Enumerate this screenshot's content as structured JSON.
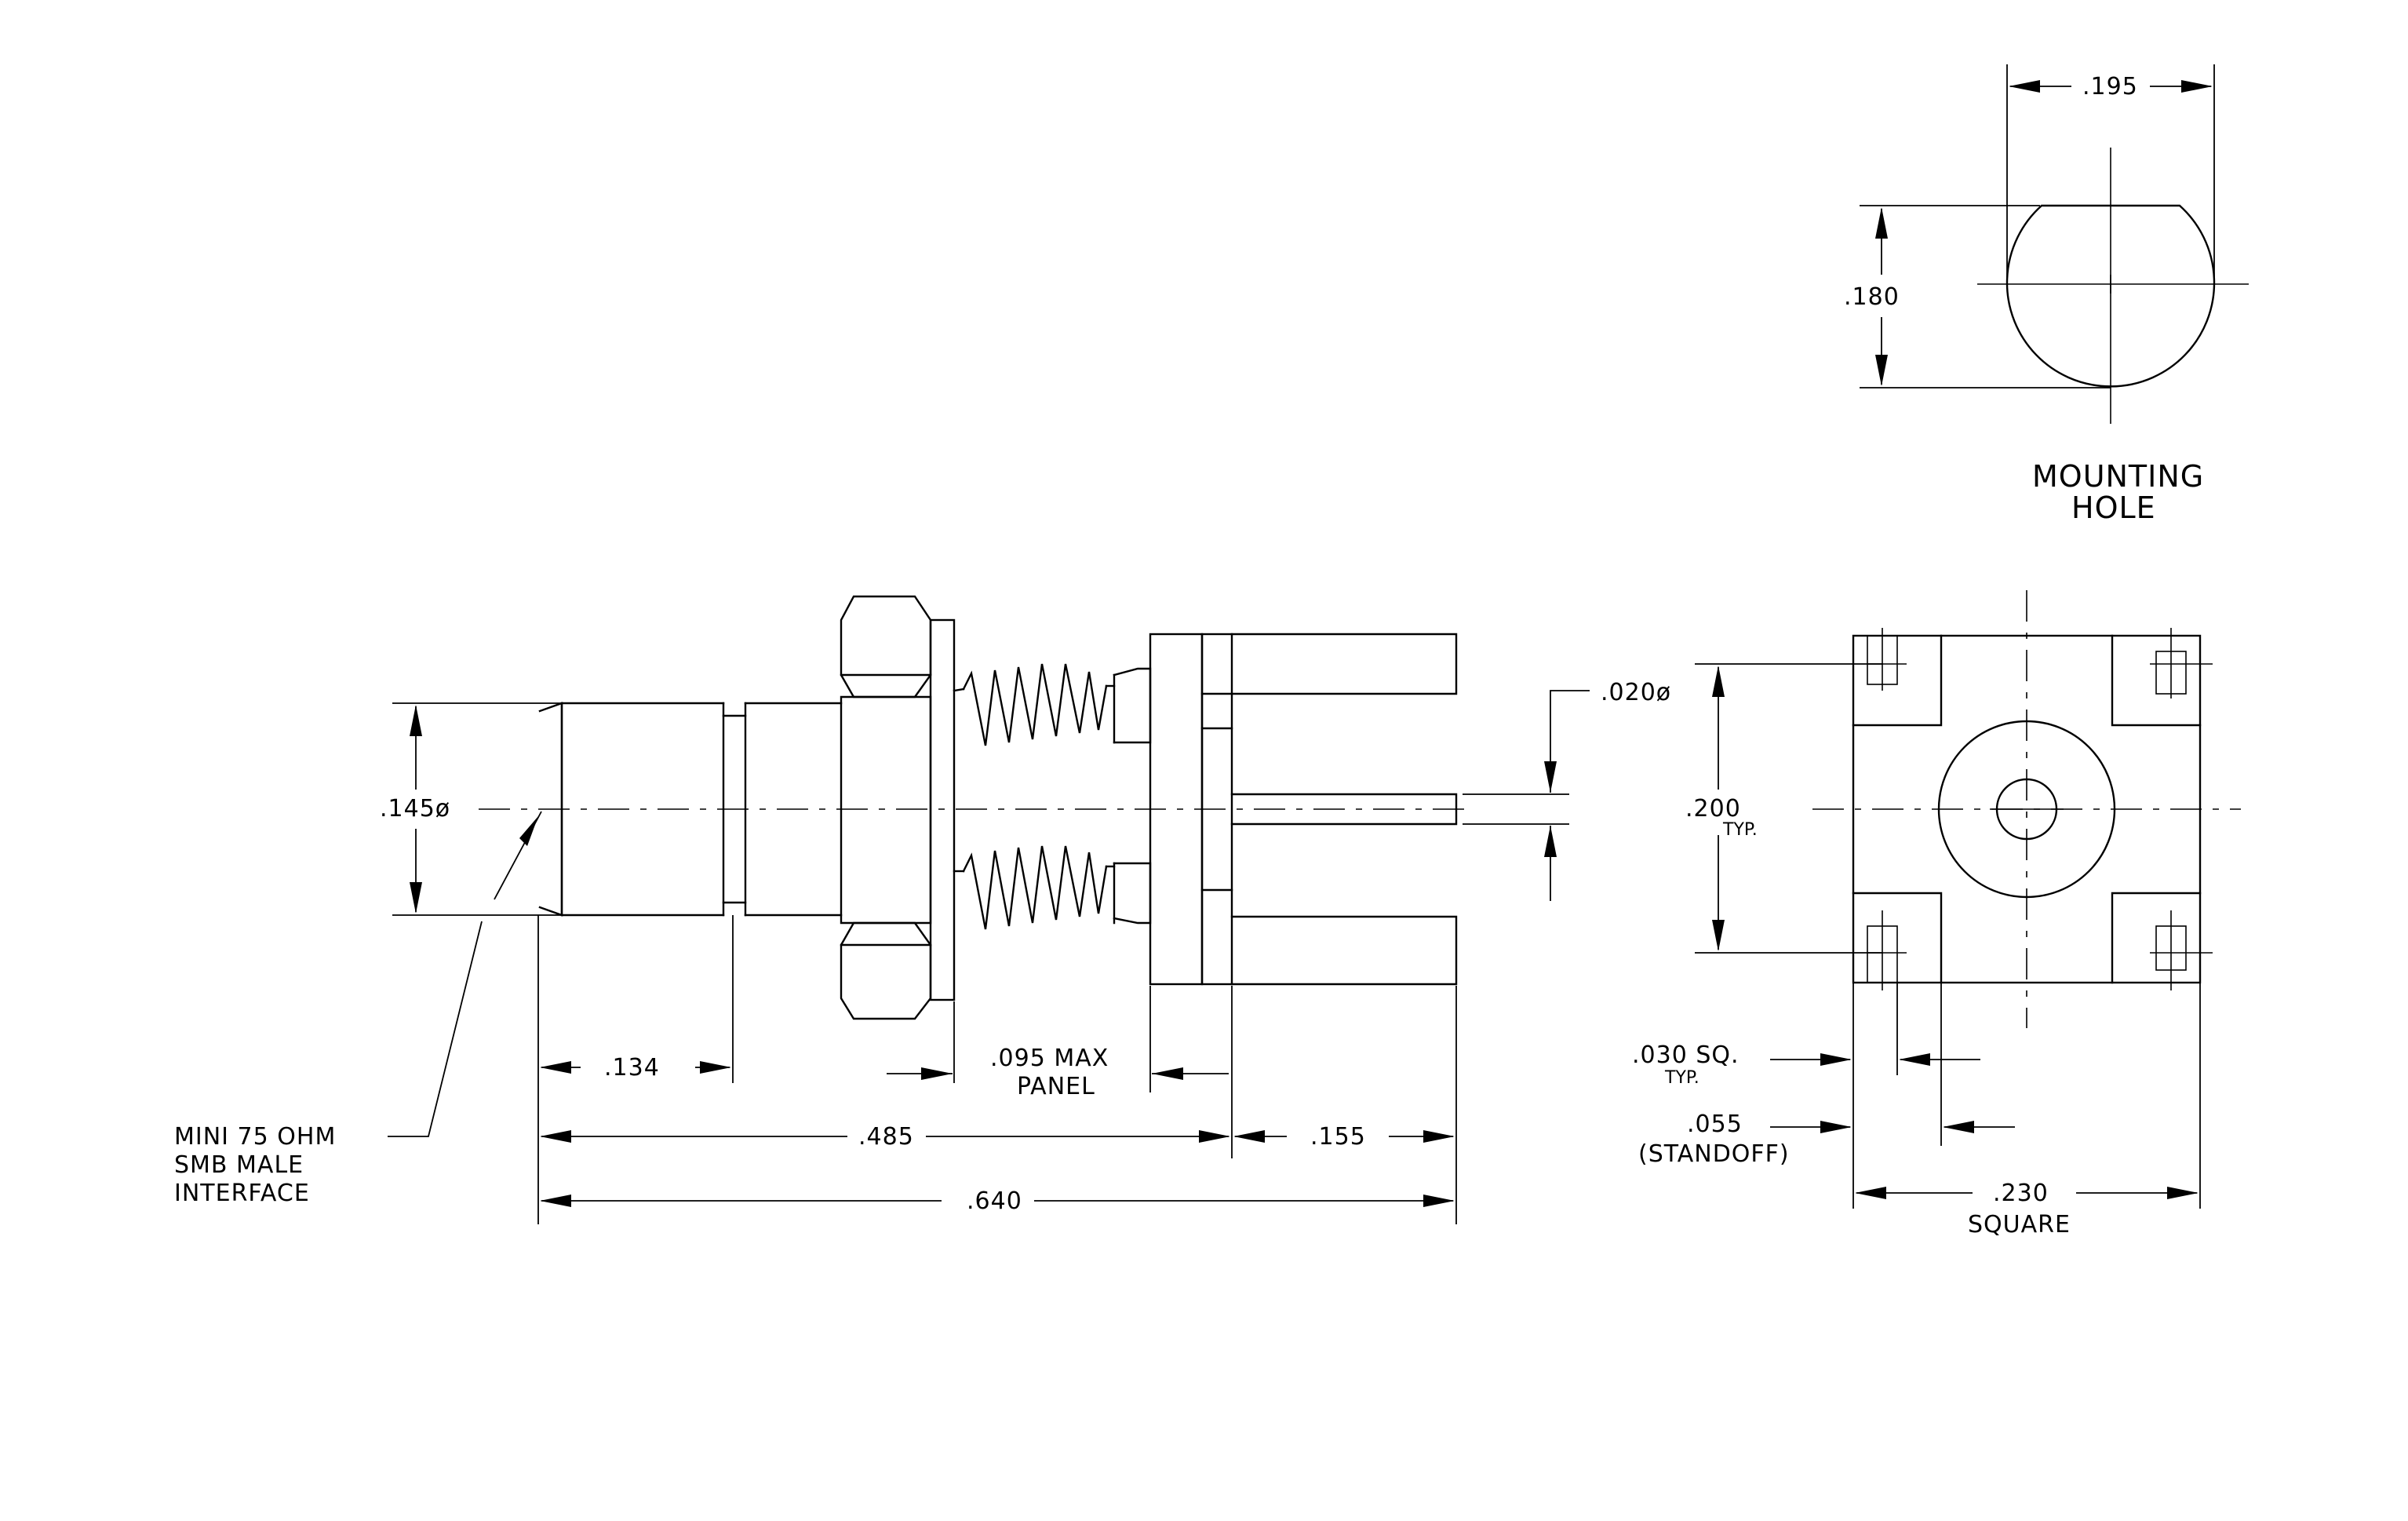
{
  "dims": {
    "diameter_145": ".145ø",
    "len_134": ".134",
    "panel_line1": ".095 MAX",
    "panel_line2": "PANEL",
    "len_485": ".485",
    "len_155": ".155",
    "len_640": ".640",
    "pin_dia": ".020ø",
    "typ_200": ".200",
    "typ_200_sub": "TYP.",
    "sq_030": ".030 SQ.",
    "sq_030_sub": "TYP.",
    "standoff_055": ".055",
    "standoff_label": "(STANDOFF)",
    "square_230": ".230",
    "square_label": "SQUARE",
    "hole_195": ".195",
    "hole_180": ".180"
  },
  "notes": {
    "interface_line1": "MINI 75 OHM",
    "interface_line2": "SMB MALE",
    "interface_line3": "INTERFACE",
    "mounting_line1": "MOUNTING",
    "mounting_line2": "HOLE"
  }
}
